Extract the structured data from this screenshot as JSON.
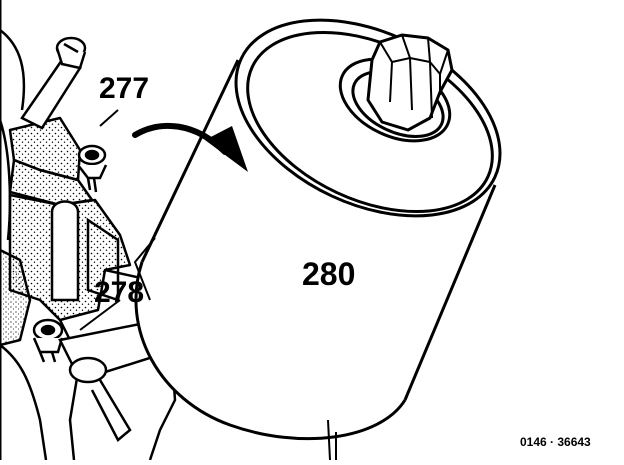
{
  "callouts": {
    "part_277": "277",
    "part_278": "278",
    "part_280": "280"
  },
  "reference_code": "0146 · 36643",
  "colors": {
    "line": "#000000",
    "fill": "#ffffff",
    "stipple": "#000000"
  }
}
